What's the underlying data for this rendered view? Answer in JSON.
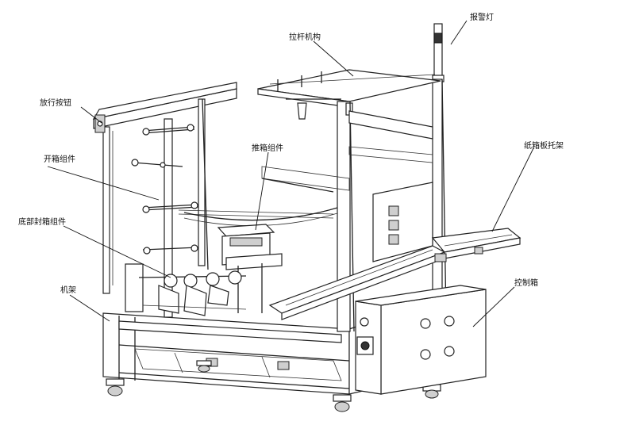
{
  "labels": {
    "alarm_light": "报警灯",
    "pull_box_mechanism": "拉杆机构",
    "travel_switch": "放行按钮",
    "box_push": "推箱组件",
    "box_open": "开箱组件",
    "carton_rack": "纸箱板托架",
    "bottom_seal": "底部封箱组件",
    "frame": "机架",
    "control_box": "控制箱"
  },
  "colors": {
    "line": "#222222",
    "background": "#ffffff",
    "shade": "#cfcfcf"
  }
}
